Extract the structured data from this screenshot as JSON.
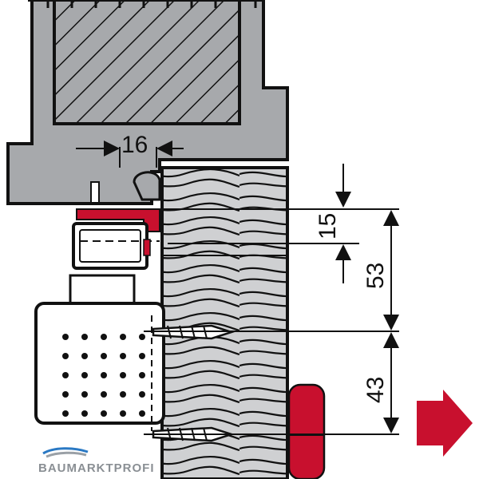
{
  "dimensions": {
    "offset_top": "16",
    "offset_side": "15",
    "span_upper": "53",
    "span_lower": "43"
  },
  "brand": {
    "name": "BAUMARKTPROFI"
  },
  "colors": {
    "frame": "#a7a9ac",
    "frame_outline": "#111111",
    "accent_red": "#c8102e",
    "door_wood": "#cfd0d2",
    "hatch": "#111111"
  }
}
